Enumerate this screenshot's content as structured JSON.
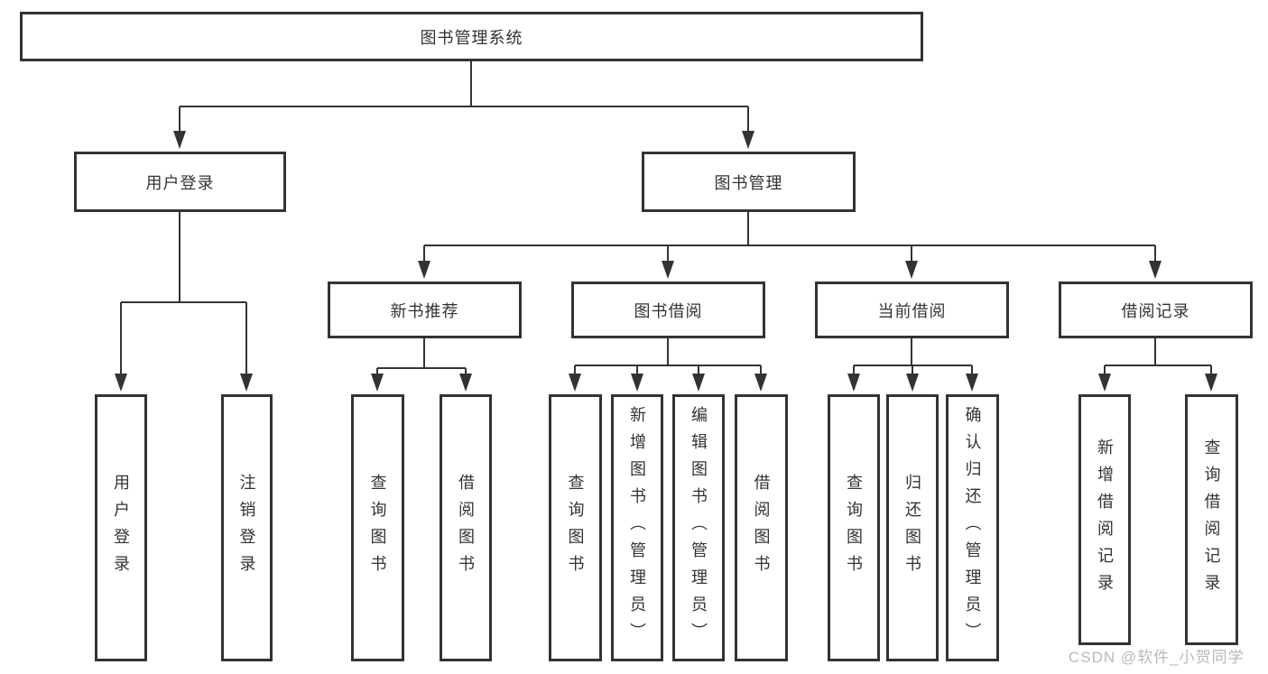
{
  "diagram": {
    "root": {
      "label": "图书管理系统",
      "children": [
        {
          "label": "用户登录",
          "children": [
            {
              "label": "用户登录"
            },
            {
              "label": "注销登录"
            }
          ]
        },
        {
          "label": "图书管理",
          "children": [
            {
              "label": "新书推荐",
              "children": [
                {
                  "label": "查询图书"
                },
                {
                  "label": "借阅图书"
                }
              ]
            },
            {
              "label": "图书借阅",
              "children": [
                {
                  "label": "查询图书"
                },
                {
                  "label": "新增图书（管理员）"
                },
                {
                  "label": "编辑图书（管理员）"
                },
                {
                  "label": "借阅图书"
                }
              ]
            },
            {
              "label": "当前借阅",
              "children": [
                {
                  "label": "查询图书"
                },
                {
                  "label": "归还图书"
                },
                {
                  "label": "确认归还（管理员）"
                }
              ]
            },
            {
              "label": "借阅记录",
              "children": [
                {
                  "label": "新增借阅记录"
                },
                {
                  "label": "查询借阅记录"
                }
              ]
            }
          ]
        }
      ]
    }
  },
  "watermark": {
    "text": "CSDN @软件_小贺同学"
  },
  "colors": {
    "line": "#333333",
    "box_border": "#333333",
    "text": "#333333",
    "watermark": "#b9b9b9",
    "background": "#ffffff"
  }
}
